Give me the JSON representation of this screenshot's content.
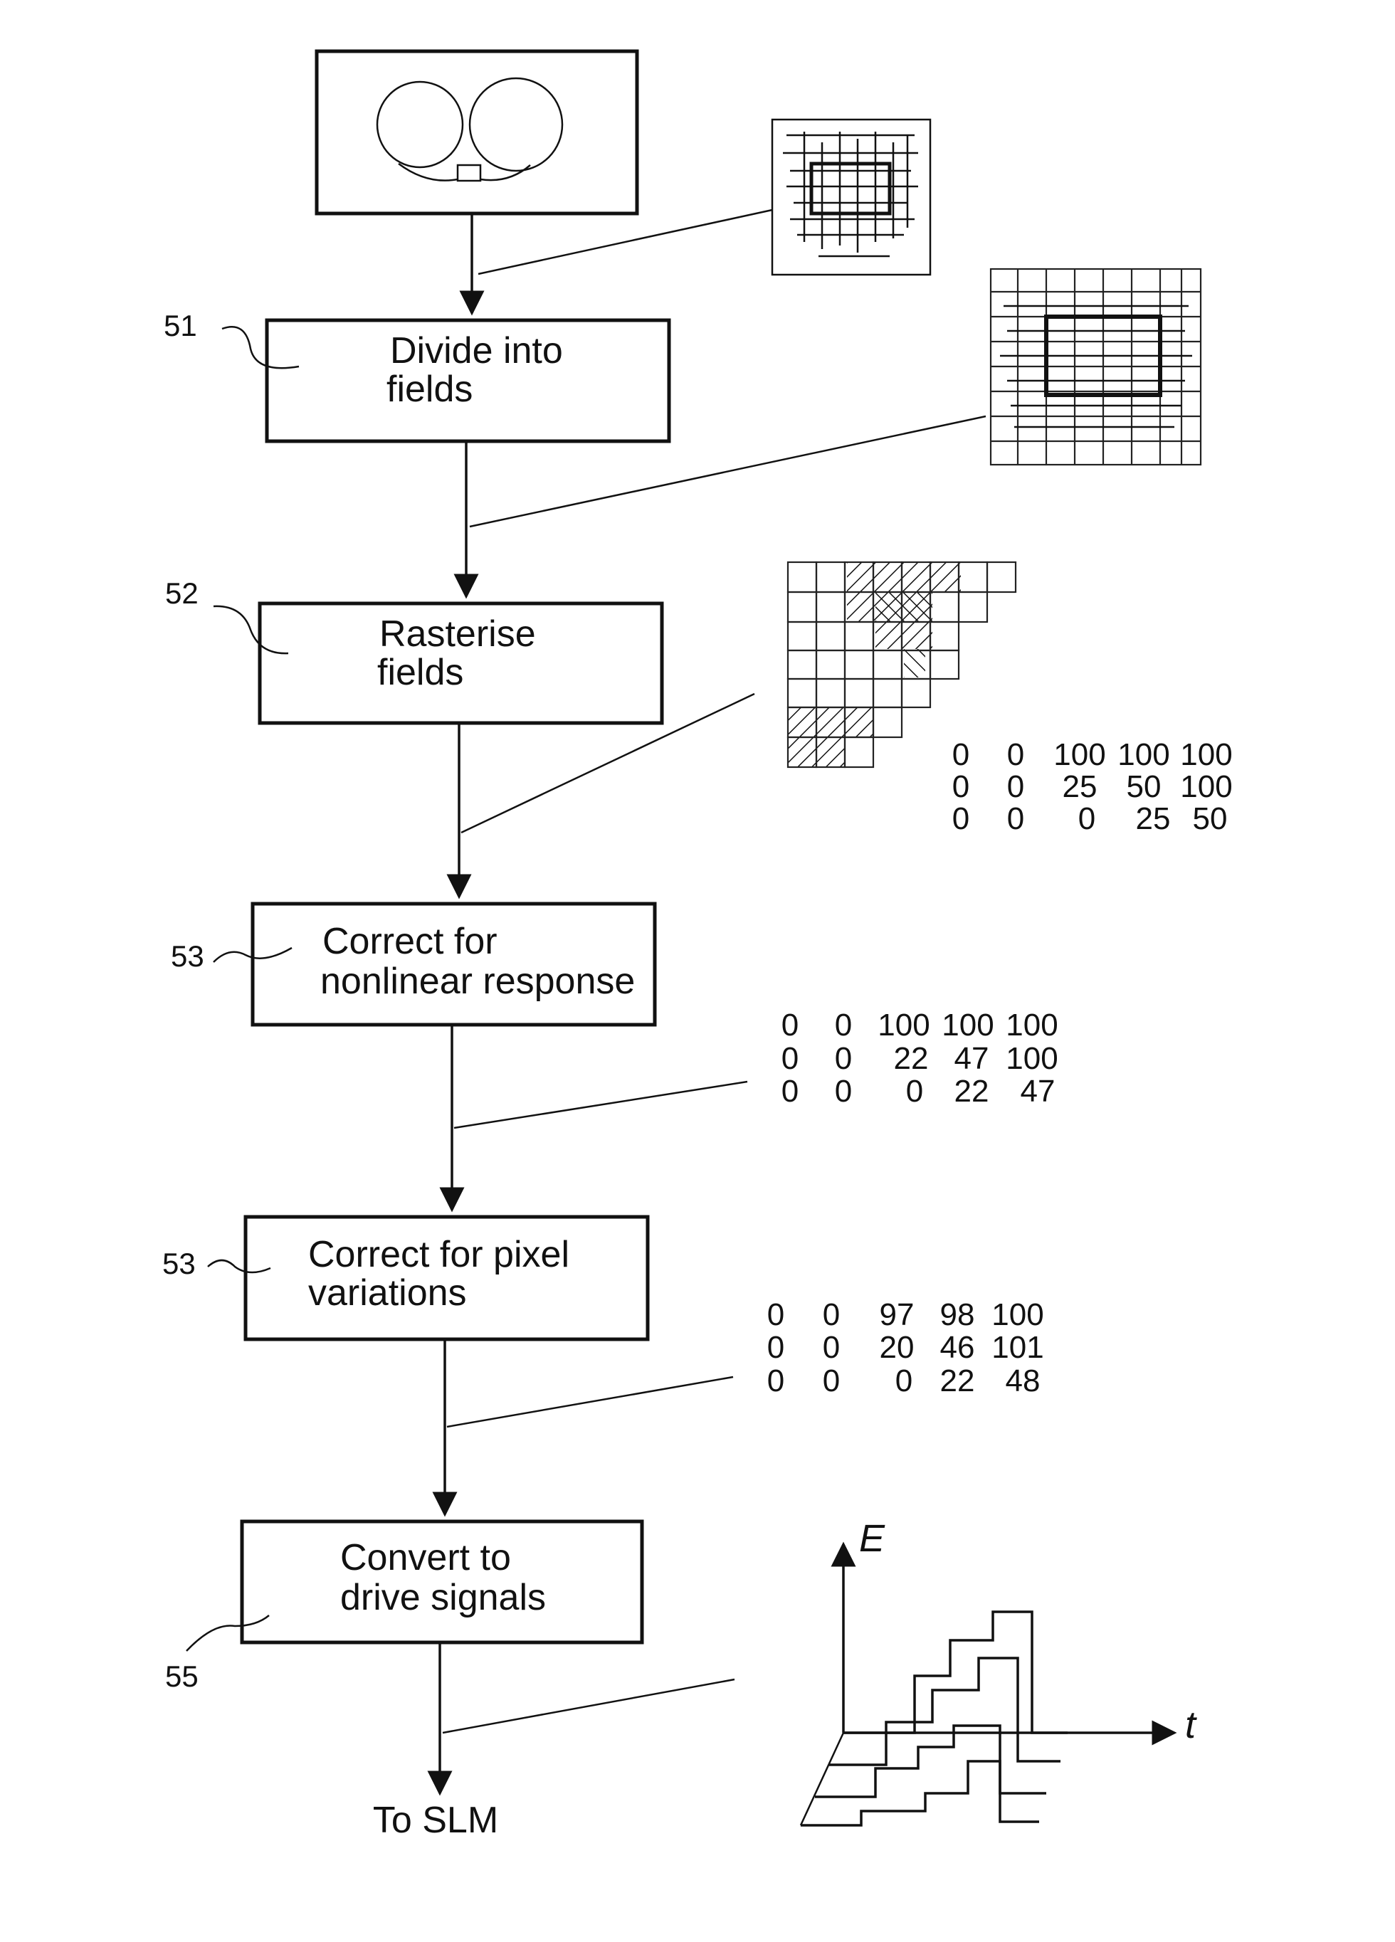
{
  "steps": [
    {
      "ref": "51",
      "line1": "Divide into",
      "line2": "fields"
    },
    {
      "ref": "52",
      "line1": "Rasterise",
      "line2": "fields"
    },
    {
      "ref": "53",
      "line1": "Correct for",
      "line2": "nonlinear response"
    },
    {
      "ref": "53",
      "line1": "Correct for pixel",
      "line2": "variations"
    },
    {
      "ref": "55",
      "line1": "Convert to",
      "line2": "drive signals"
    }
  ],
  "output_label": "To SLM",
  "matrices": [
    {
      "rows": [
        [
          "0",
          "0",
          "100",
          "100",
          "100"
        ],
        [
          "0",
          "0",
          "25",
          "50",
          "100"
        ],
        [
          "0",
          "0",
          "0",
          "25",
          "50"
        ]
      ]
    },
    {
      "rows": [
        [
          "0",
          "0",
          "100",
          "100",
          "100"
        ],
        [
          "0",
          "0",
          "22",
          "47",
          "100"
        ],
        [
          "0",
          "0",
          "0",
          "22",
          "47"
        ]
      ]
    },
    {
      "rows": [
        [
          "0",
          "0",
          "97",
          "98",
          "100"
        ],
        [
          "0",
          "0",
          "20",
          "46",
          "101"
        ],
        [
          "0",
          "0",
          "0",
          "22",
          "48"
        ]
      ]
    }
  ],
  "graph": {
    "y_axis_label": "E",
    "x_axis_label": "t"
  }
}
